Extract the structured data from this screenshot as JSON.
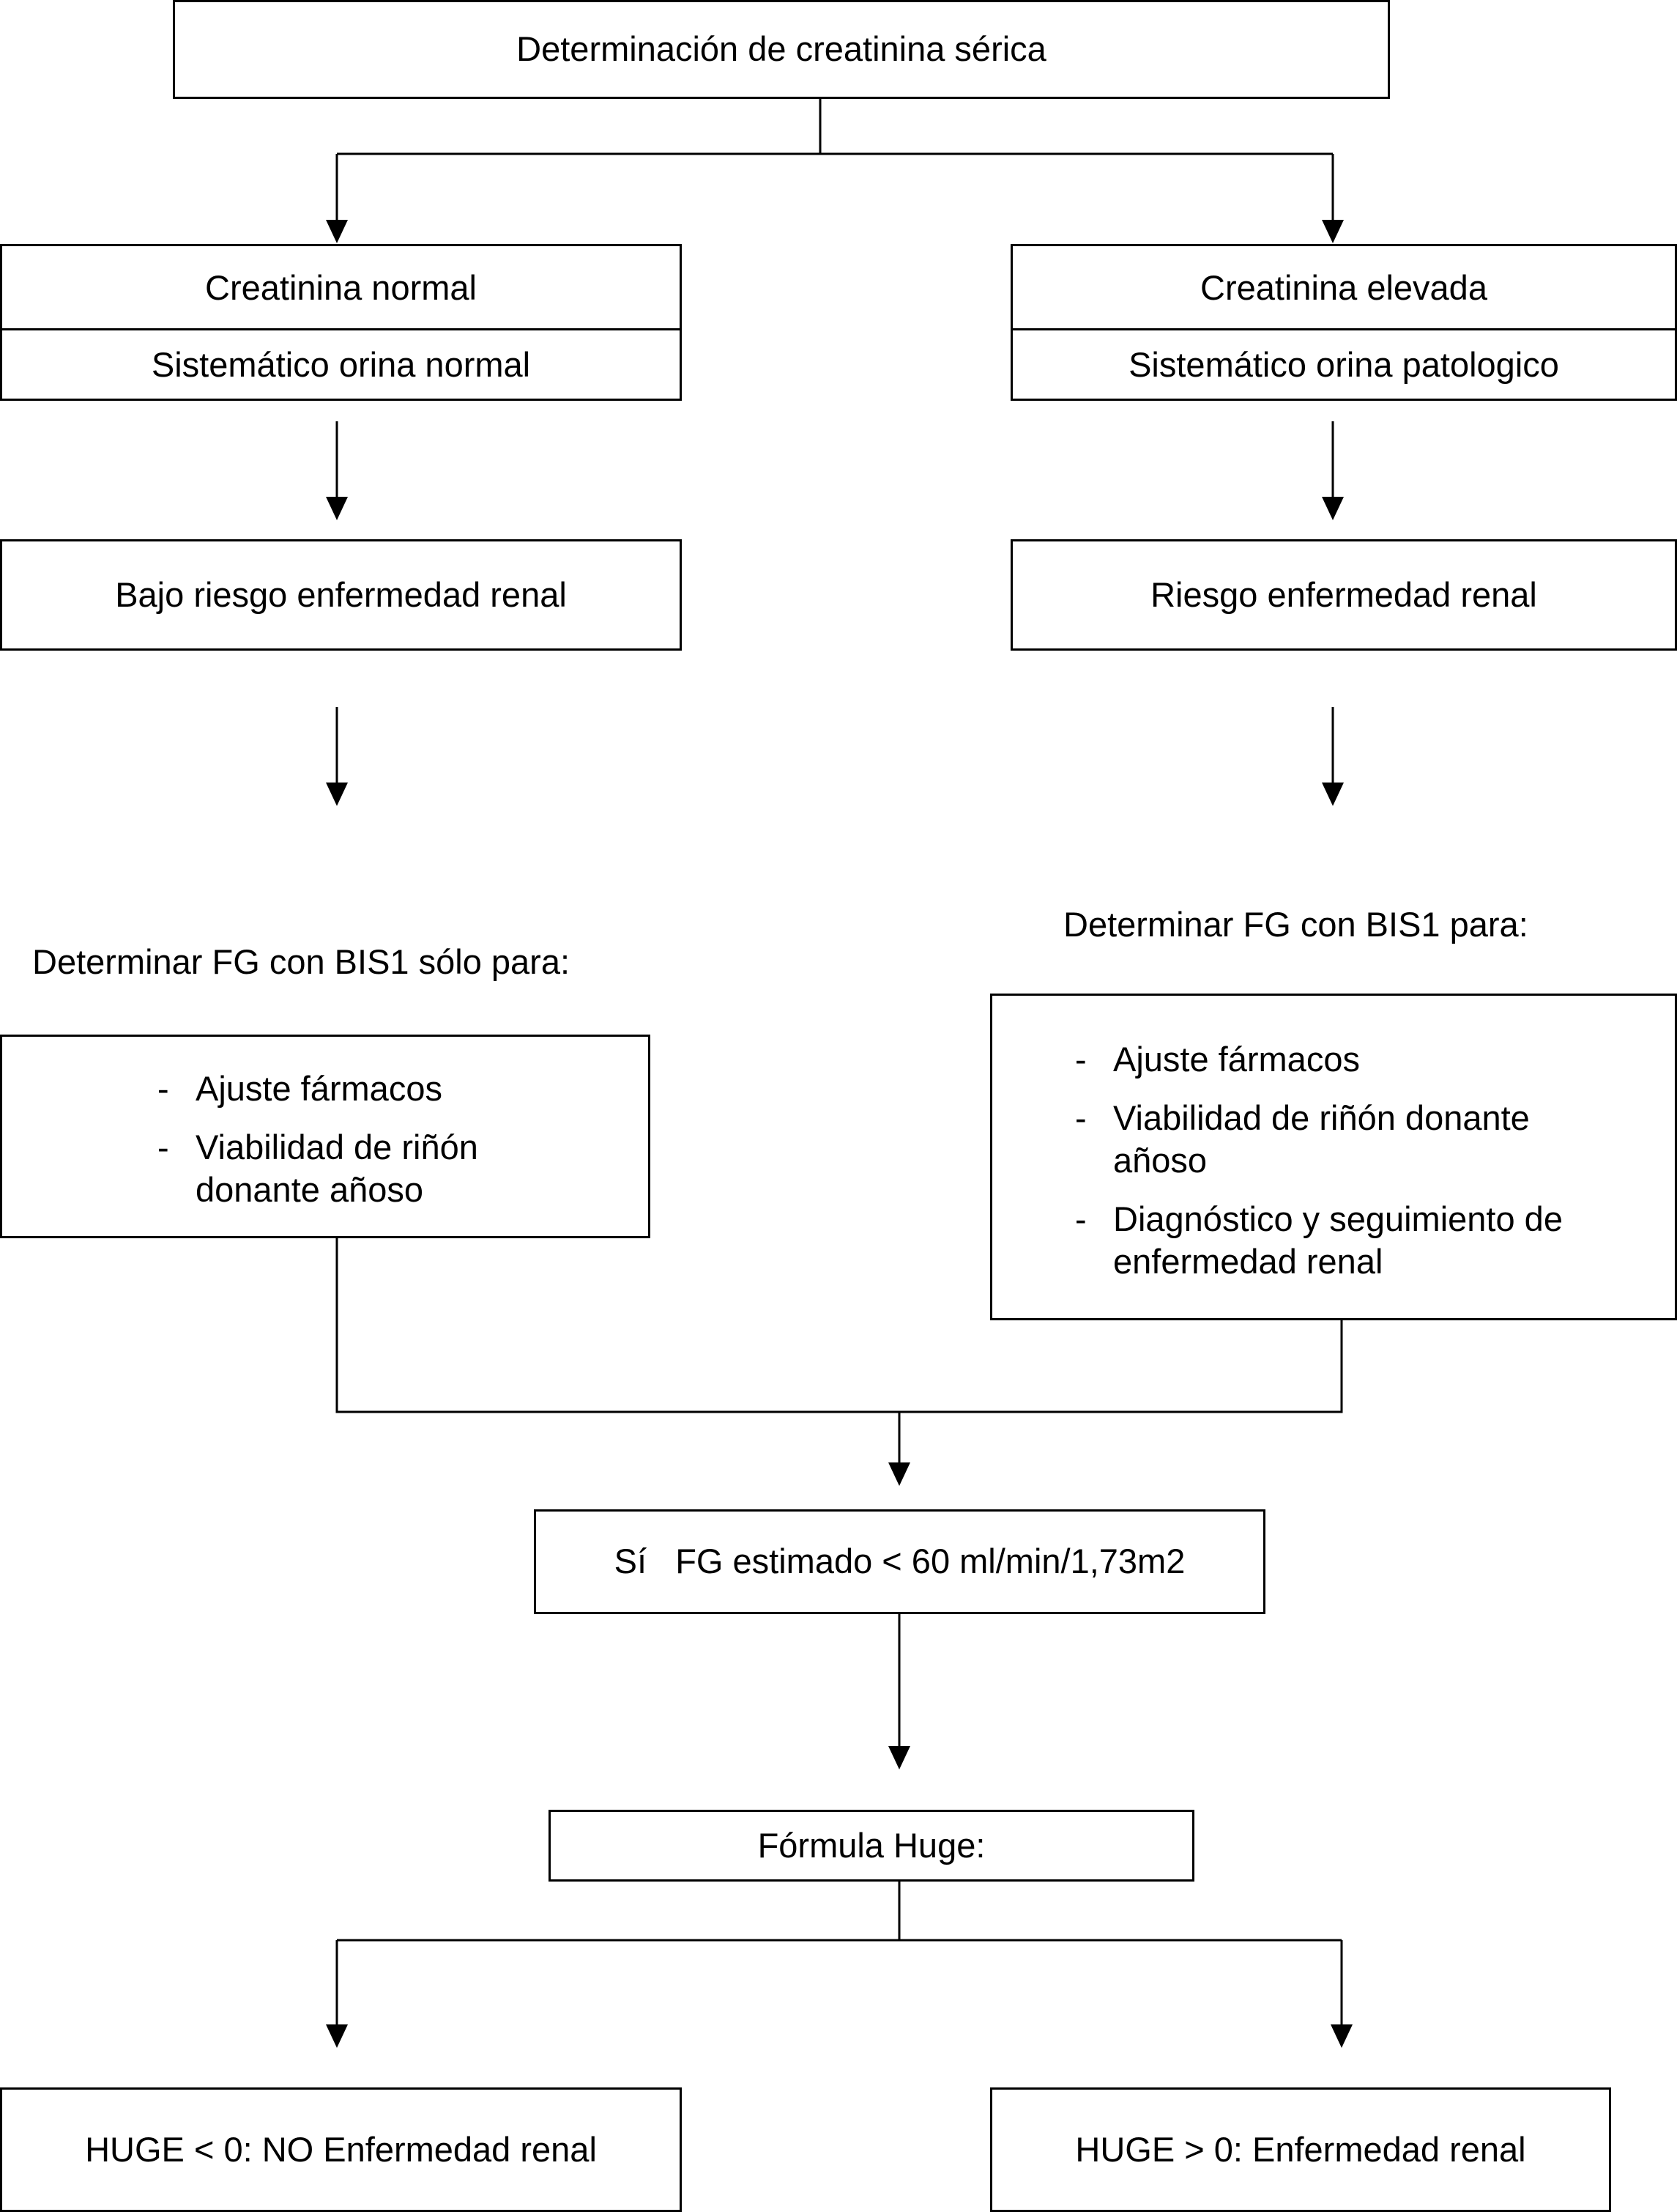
{
  "nodes": {
    "root": "Determinación de creatinina sérica",
    "left_top": "Creatinina normal",
    "left_bottom": "Sistemático orina normal",
    "right_top": "Creatinina elevada",
    "right_bottom": "Sistemático orina patologico",
    "left_risk": "Bajo riesgo enfermedad renal",
    "right_risk": "Riesgo enfermedad renal",
    "left_label": "Determinar  FG con BIS1 sólo para:",
    "right_label": "Determinar  FG con BIS1 para:",
    "left_list": [
      "Ajuste fármacos",
      "Viabilidad de riñón donante añoso"
    ],
    "right_list": [
      "Ajuste fármacos",
      "Viabilidad de riñón donante añoso",
      "Diagnóstico  y seguimiento de enfermedad renal"
    ],
    "fg": "Sí   FG estimado < 60 ml/min/1,73m2",
    "huge": "Fórmula Huge:",
    "huge_neg": "HUGE < 0: NO Enfermedad renal",
    "huge_pos": "HUGE > 0: Enfermedad renal"
  }
}
